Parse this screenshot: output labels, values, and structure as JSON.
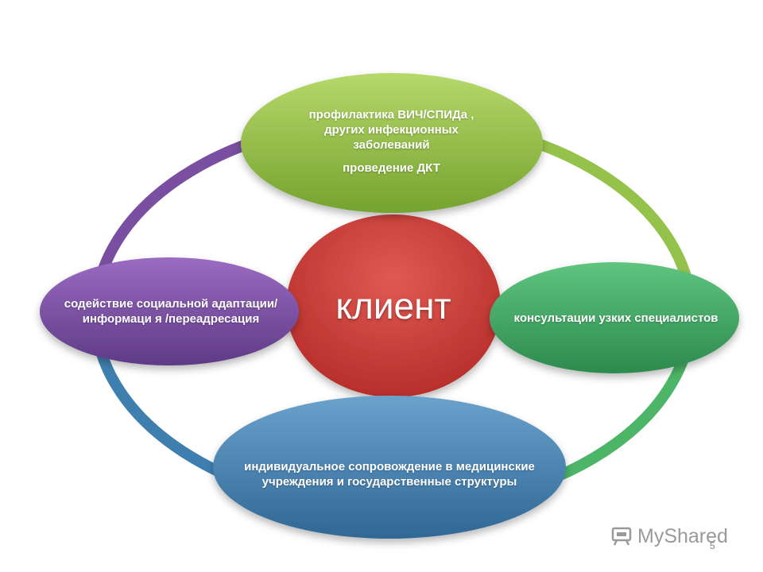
{
  "nodes": {
    "center": {
      "label": "клиент",
      "color": "#d4413c"
    },
    "top": {
      "lines": [
        "профилактика ВИЧ/СПИДа ,",
        "других инфекционных",
        "заболеваний"
      ],
      "extra": "проведение ДКТ",
      "color": "#8db83f"
    },
    "left": {
      "label": "содействие социальной адаптации/информаци я /переадресация",
      "color": "#7a4ea0"
    },
    "right": {
      "label": "консультации узких специалистов",
      "color": "#3aa562"
    },
    "bottom": {
      "label": "индивидуальное сопровождение в медицинские учреждения   и государственные структуры",
      "color": "#3f7fae"
    }
  },
  "ring_colors": [
    "#7a4ea0",
    "#95c24a",
    "#4cb567",
    "#3f7fb0"
  ],
  "watermark": {
    "text": "MyShared",
    "icon": "myshared-logo-icon"
  },
  "page_number": "5"
}
